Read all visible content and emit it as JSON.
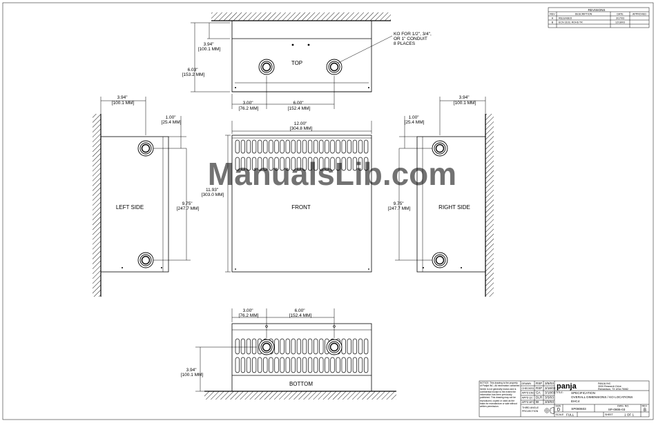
{
  "views": {
    "top": {
      "label": "TOP",
      "dim_depth": [
        "3.94\"",
        "[100.1 MM]"
      ],
      "dim_total": [
        "6.03\"",
        "[153.2 MM]"
      ],
      "dim_ko1": [
        "3.00\"",
        "[76.2 MM]"
      ],
      "dim_ko_spacing": [
        "6.00\"",
        "[152.4 MM]"
      ],
      "ko_note": [
        "KO FOR 1/2\", 3/4\",",
        "OR 1\" CONDUIT",
        "8 PLACES"
      ]
    },
    "left": {
      "label": "LEFT SIDE",
      "dim_depth": [
        "3.94\"",
        "[100.1 MM]"
      ],
      "dim_ko_top": [
        "1.00\"",
        "[25.4 MM]"
      ],
      "dim_ko_spacing": [
        "9.75\"",
        "[247.7 MM]"
      ]
    },
    "front": {
      "label": "FRONT",
      "dim_width": [
        "12.00\"",
        "[304.8 MM]"
      ],
      "dim_height": [
        "11.93\"",
        "[303.0 MM]"
      ]
    },
    "right": {
      "label": "RIGHT SIDE",
      "dim_depth": [
        "3.94\"",
        "[100.1 MM]"
      ],
      "dim_ko_top": [
        "1.00\"",
        "[25.4 MM]"
      ],
      "dim_ko_spacing": [
        "9.75\"",
        "[247.7 MM]"
      ]
    },
    "bottom": {
      "label": "BOTTOM",
      "dim_ko1": [
        "3.00\"",
        "[76.2 MM]"
      ],
      "dim_ko_spacing": [
        "6.00\"",
        "[152.4 MM]"
      ],
      "dim_depth": [
        "3.94\"",
        "[100.1 MM]"
      ]
    }
  },
  "revisions": {
    "title": "REVISIONS",
    "headers": [
      "REV",
      "DESCRIPTION",
      "DATE",
      "APPROVED"
    ],
    "rows": [
      [
        "A",
        "RELEASED",
        "3/17/03",
        ""
      ],
      [
        "B",
        "ECN 3103, ROHS TR",
        "12/18/03",
        ""
      ]
    ]
  },
  "title_block": {
    "notice": "NOTICE: This drawing is the property of Parijat INC. All information contained herein is not generally known and is confidential except to the extent the information has been previously published. This drawing may not be reproduced, copied or used as the basis for manufacture or sale without written permission.",
    "sign_rows": [
      [
        "DRAWN",
        "RSF",
        "3/5/03"
      ],
      [
        "CHECKED",
        "RSF",
        "3/18/03"
      ],
      [
        "APPD ENG",
        "GA",
        "3/18/03"
      ],
      [
        "APPD QC",
        "DLR",
        "3/3/03"
      ],
      [
        "APPD MFG",
        "BI",
        "3/3/03"
      ]
    ],
    "third_angle": [
      "THIRD ANGLE",
      "PROJECTION"
    ],
    "logo": "panja",
    "company": [
      "PANJA INC.",
      "3000 Research Drive",
      "Richardson, TX USA 75082"
    ],
    "title_label": "TITLE:",
    "title": [
      "SPECIFICATION",
      "OVERALL DIMENSIONS / KO LOCATIONS",
      "EHC4"
    ],
    "size_label": "SIZE",
    "size": "D",
    "fscm": "SP080603",
    "dwg_label": "DWG. NO.",
    "dwg_no": "SP-0806-03",
    "rev_label": "REV",
    "rev": "B",
    "scale_label": "SCALE",
    "scale": "FULL",
    "sheet_label": "SHEET",
    "sheet": "1 OF 1"
  },
  "watermark": "ManualsLib.com"
}
